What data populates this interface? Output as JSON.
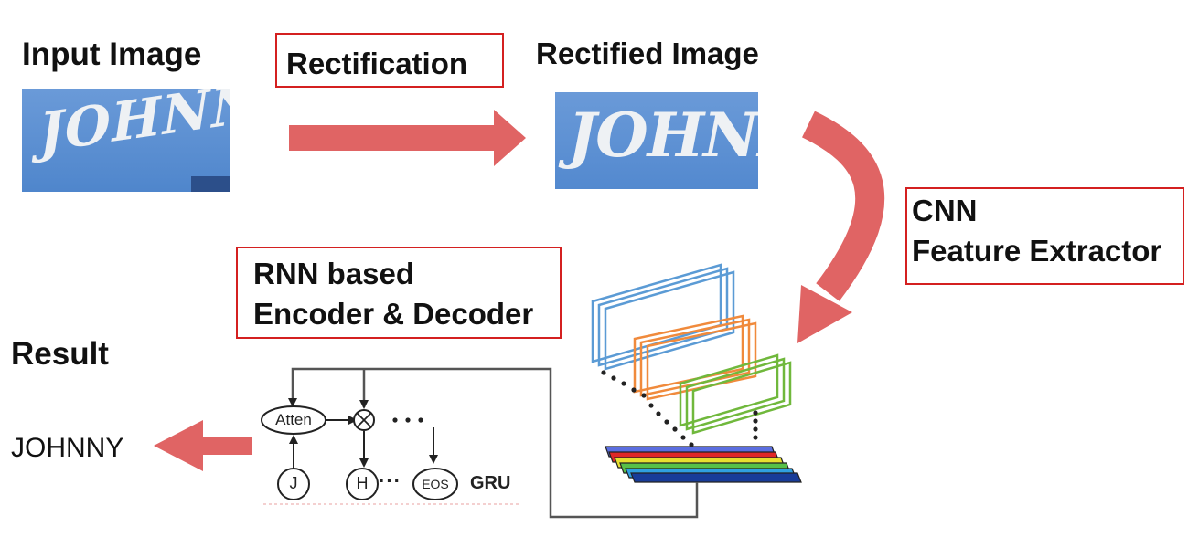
{
  "labels": {
    "input_image": "Input Image",
    "rectified_image": "Rectified Image",
    "result": "Result",
    "result_value": "JOHNNY"
  },
  "boxes": {
    "rectification": "Rectification",
    "cnn_line1": "CNN",
    "cnn_line2": "Feature Extractor",
    "rnn_line1": "RNN based",
    "rnn_line2": "Encoder & Decoder"
  },
  "images": {
    "input_word": "JOHNNY",
    "rectified_word": "JOHNNY"
  },
  "decoder": {
    "atten": "Atten",
    "j": "J",
    "h": "H",
    "eos": "EOS",
    "gru": "GRU",
    "dots": "···"
  },
  "colors": {
    "arrow": "#e06464",
    "box_border": "#d42020",
    "image_bg": "#5b8fd4",
    "fm_blue": "#5b9bd5",
    "fm_orange": "#f08a3c",
    "fm_green": "#70b83c"
  }
}
